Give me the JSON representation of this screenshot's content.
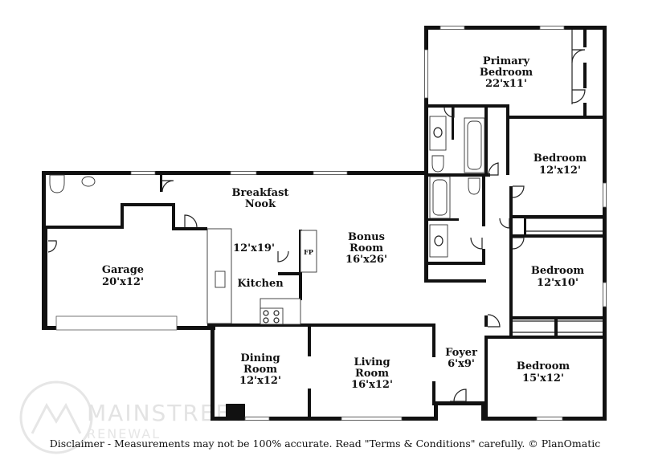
{
  "rooms": {
    "primary_bedroom": {
      "line1": "Primary",
      "line2": "Bedroom",
      "dims": "22'x11'"
    },
    "bedroom_a": {
      "name": "Bedroom",
      "dims": "12'x12'"
    },
    "bedroom_b": {
      "name": "Bedroom",
      "dims": "12'x10'"
    },
    "bedroom_c": {
      "name": "Bedroom",
      "dims": "15'x12'"
    },
    "breakfast_nook": {
      "line1": "Breakfast",
      "line2": "Nook"
    },
    "kitchen": {
      "name": "Kitchen",
      "dims": "12'x19'"
    },
    "bonus_room": {
      "line1": "Bonus",
      "line2": "Room",
      "dims": "16'x26'"
    },
    "garage": {
      "name": "Garage",
      "dims": "20'x12'"
    },
    "dining_room": {
      "line1": "Dining",
      "line2": "Room",
      "dims": "12'x12'"
    },
    "living_room": {
      "line1": "Living",
      "line2": "Room",
      "dims": "16'x12'"
    },
    "foyer": {
      "name": "Foyer",
      "dims": "6'x9'"
    },
    "fireplace": {
      "name": "FP"
    }
  },
  "watermark": {
    "line1": "MAINSTREET",
    "line2": "RENEWAL"
  },
  "disclaimer": "Disclaimer - Measurements may not be 100% accurate. Read \"Terms & Conditions\" carefully. © PlanOmatic",
  "colors": {
    "wall": "#111111",
    "background": "#ffffff",
    "watermark": "#e3e3e3"
  }
}
